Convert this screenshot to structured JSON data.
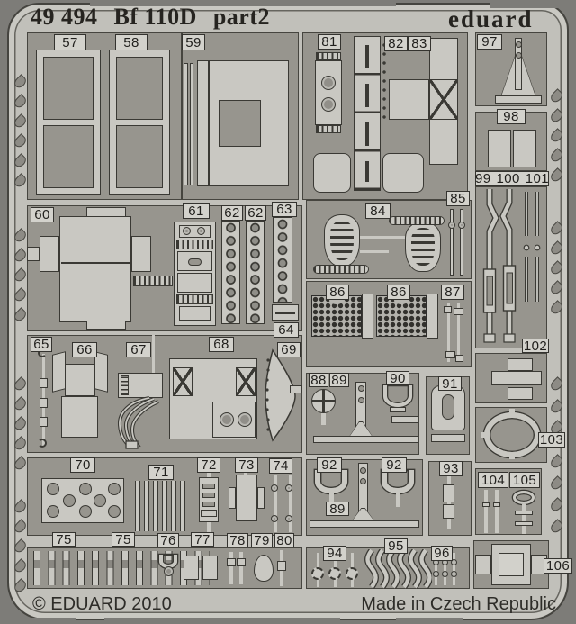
{
  "header": {
    "catalog_number": "49 494",
    "subject": "Bf 110D",
    "part_label": "part2",
    "brand": "eduard"
  },
  "footer": {
    "copyright": "© EDUARD 2010",
    "origin": "Made in Czech Republic"
  },
  "colors": {
    "background": "#7d7c78",
    "sheet_frame": "#c1c0ba",
    "recessed_field": "#97958e",
    "part_metal": "#c9c8c2",
    "outline": "#3a3934"
  },
  "part_numbers": {
    "57": "57",
    "58": "58",
    "59": "59",
    "60": "60",
    "61": "61",
    "62": "62",
    "63": "63",
    "64": "64",
    "65": "65",
    "66": "66",
    "67": "67",
    "68": "68",
    "69": "69",
    "70": "70",
    "71": "71",
    "72": "72",
    "73": "73",
    "74": "74",
    "75": "75",
    "76": "76",
    "77": "77",
    "78": "78",
    "79": "79",
    "80": "80",
    "81": "81",
    "82": "82",
    "83": "83",
    "84": "84",
    "85": "85",
    "86": "86",
    "87": "87",
    "88": "88",
    "89": "89",
    "90": "90",
    "91": "91",
    "92": "92",
    "93": "93",
    "94": "94",
    "95": "95",
    "96": "96",
    "97": "97",
    "98": "98",
    "99": "99",
    "100": "100",
    "101": "101",
    "102": "102",
    "103": "103",
    "104": "104",
    "105": "105",
    "106": "106"
  }
}
